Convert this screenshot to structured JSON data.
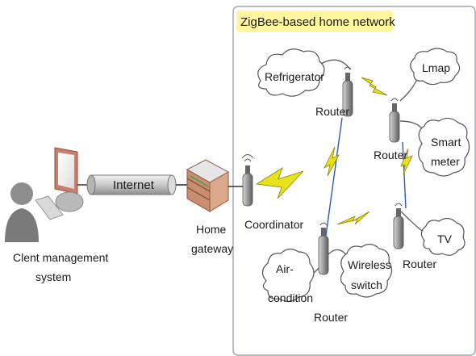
{
  "title": "ZigBee-based home network",
  "internet_label": "Internet",
  "client": {
    "line1": "Clent management",
    "line2": "system"
  },
  "gateway": {
    "line1": "Home",
    "line2": "gateway"
  },
  "coordinator_label": "Coordinator",
  "routers": {
    "r1": "Router",
    "r2": "Router",
    "r3": "Router",
    "r4": "Router"
  },
  "devices": {
    "refrigerator": "Refrigerator",
    "lmap": "Lmap",
    "smart_meter": {
      "line1": "Smart",
      "line2": "meter"
    },
    "tv": "TV",
    "air_condition": {
      "line1": "Air-",
      "line2": "condition"
    },
    "wireless_switch": {
      "line1": "Wireless",
      "line2": "switch"
    }
  },
  "colors": {
    "title_highlight": "#fff59d",
    "zigbee_bolt": "#e8e21a",
    "network_border": "#9ea3aa",
    "cloud_stroke": "#555555",
    "link_line": "#2a5ea8"
  }
}
